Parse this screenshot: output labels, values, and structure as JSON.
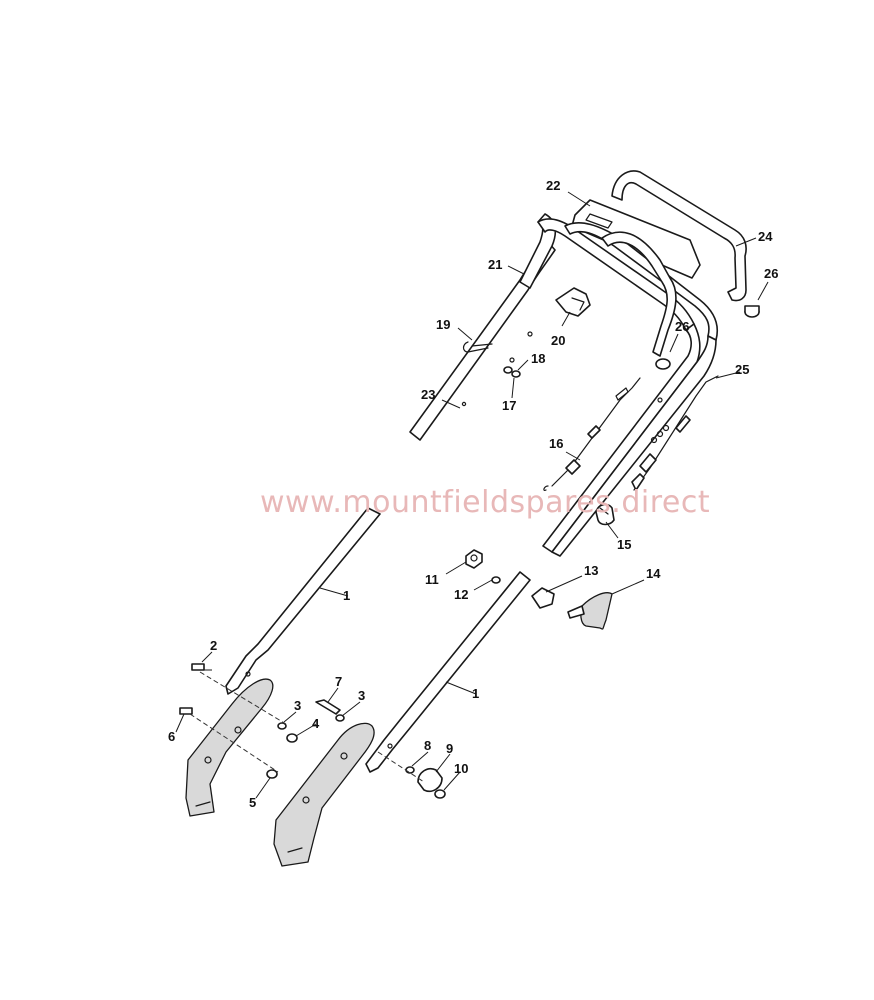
{
  "watermark": "www.mountfieldspares.direct",
  "callouts": {
    "c1a": "1",
    "c1b": "1",
    "c2": "2",
    "c3a": "3",
    "c3b": "3",
    "c4": "4",
    "c5": "5",
    "c6": "6",
    "c7": "7",
    "c8": "8",
    "c9": "9",
    "c10": "10",
    "c11": "11",
    "c12": "12",
    "c13": "13",
    "c14": "14",
    "c15": "15",
    "c16": "16",
    "c17": "17",
    "c18": "18",
    "c19": "19",
    "c20": "20",
    "c21": "21",
    "c22": "22",
    "c23": "23",
    "c24": "24",
    "c25": "25",
    "c26a": "26",
    "c26b": "26"
  },
  "colors": {
    "line": "#1a1a1a",
    "watermark": "#e8b8b8",
    "background": "#ffffff"
  }
}
